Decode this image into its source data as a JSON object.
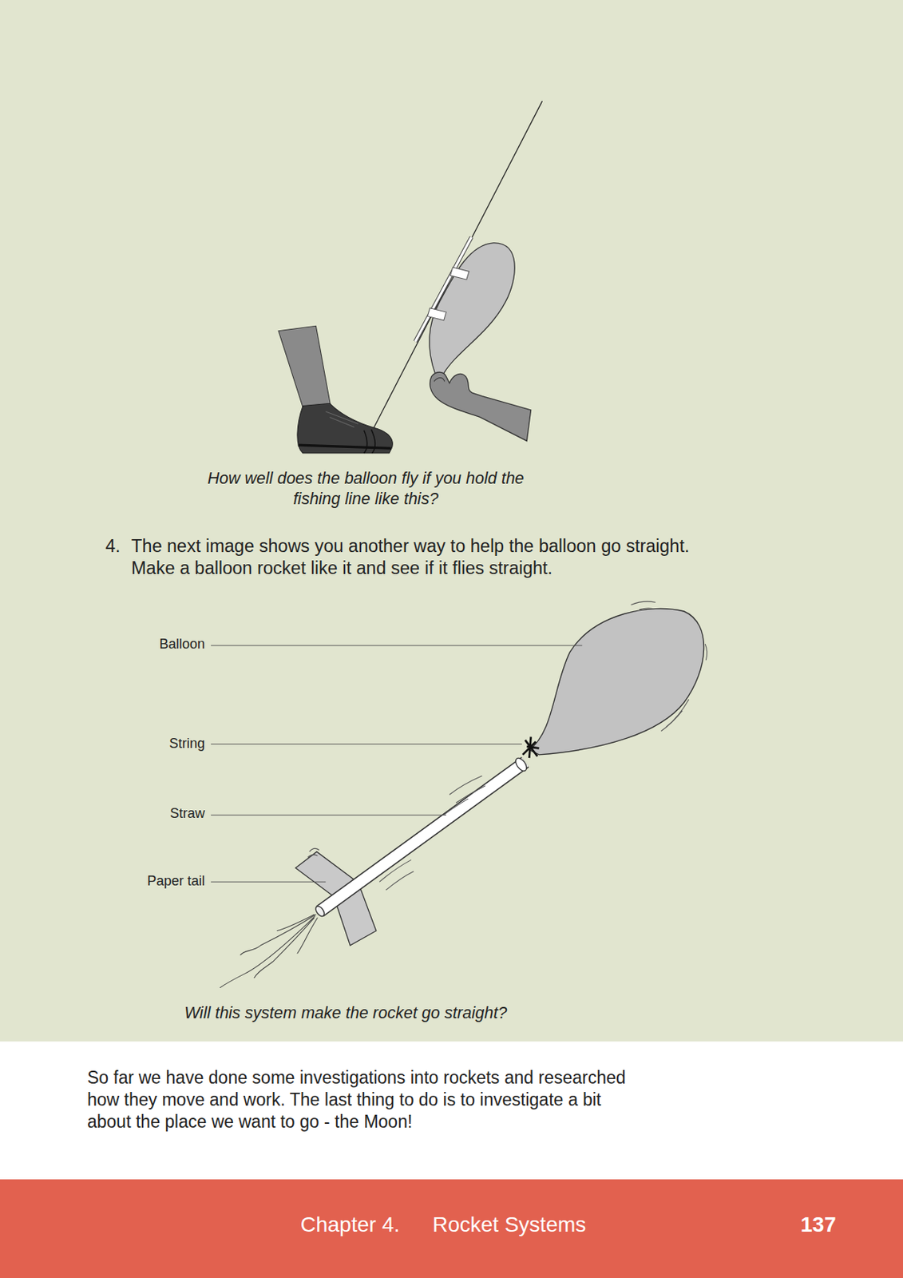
{
  "diagram": {
    "labels": [
      "How well does the balloon fly if you hold the fishing line like this?",
      "4.",
      "The next image shows you another way to help the balloon go straight. Make a balloon rocket like it and see if it flies straight.",
      "Balloon",
      "String",
      "Straw",
      "Paper tail",
      "Will this system make the rocket go straight?",
      "So far we have done some investigations into rockets and researched how they move and work. The last thing to do is to investigate a bit about the place we want to go - the Moon!",
      "Chapter 4.",
      "Rocket Systems",
      "137"
    ]
  }
}
